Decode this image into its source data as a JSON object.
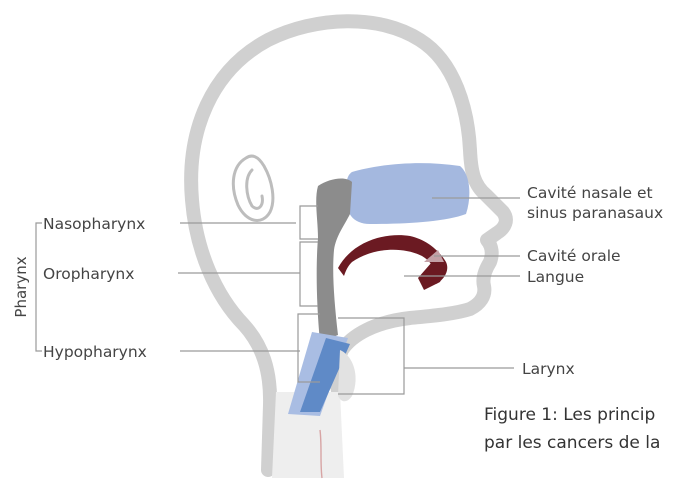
{
  "labels": {
    "nasopharynx": "Nasopharynx",
    "oropharynx": "Oropharynx",
    "hypopharynx": "Hypopharynx",
    "pharynx": "Pharynx",
    "cavite_nasale_1": "Cavité nasale et",
    "cavite_nasale_2": "sinus paranasaux",
    "cavite_orale": "Cavité orale",
    "langue": "Langue",
    "larynx": "Larynx"
  },
  "caption": {
    "line1": "Figure 1: Les princip",
    "line2": "par les cancers de la"
  },
  "colors": {
    "head_outline": "#d0d0d0",
    "nasal_cavity": "#a4b8df",
    "pharynx": "#8c8c8c",
    "tongue": "#6b1a22",
    "hypopharynx_light": "#a9bde3",
    "hypopharynx_dark": "#5f8ac7",
    "leader_line": "#9a9a9a"
  }
}
